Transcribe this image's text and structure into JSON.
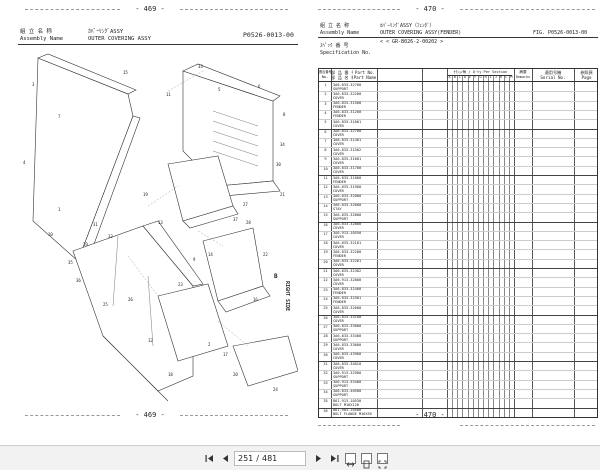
{
  "pages": {
    "left_top": "- 469 -",
    "left_bottom": "- 469 -",
    "right_top": "- 470 -",
    "right_bottom": "- 470 -"
  },
  "left_header": {
    "assembly_label_jp": "組 立 名 称",
    "assembly_name_label": "Assembly Name",
    "assembly_name_jp": "ｶﾊﾞｰﾘﾝｸﾞASSY",
    "assembly_name": "OUTER COVERING ASSY",
    "ref": "P0526-0013-00"
  },
  "right_header": {
    "assembly_label_jp": "組 立 名 称",
    "assembly_name_label": "Assembly Name",
    "assembly_name_jp": "ｶﾊﾞｰﾘﾝｸﾞASSY（ﾌｪﾝﾀﾞ）",
    "assembly_name": "OUTER COVERING ASSY(FENDER)",
    "fig_ref": "FIG. P0526-0013-00",
    "spec_label_jp": "ｽﾍﾟｯｸ 番 号",
    "spec_label": "Specification No.",
    "spec_value": "< < GR-B026-2-00202 >"
  },
  "table_headers": {
    "no_jp": "照合番号",
    "no": "No.",
    "part_no_jp": "部 品 番 号",
    "part_no_en": "Part No.",
    "part_name_jp": "部 品 名 称",
    "part_name_en": "Part Name",
    "qty_header": "ｾｸｼｮﾝ毎 / Q'ty Per Section",
    "qty_cols": [
      "A",
      "B",
      "C",
      "D",
      "E",
      "F",
      "G",
      "H",
      "I",
      "J",
      "K",
      "L",
      "M"
    ],
    "remarks_jp": "摘要",
    "remarks": "Remarks",
    "serial_jp": "適用号機",
    "serial": "Serial No.",
    "page_jp": "参照頁",
    "page": "Page"
  },
  "rows": [
    {
      "no": "1",
      "part": "3A6-833-32700",
      "name": "SUPPORT"
    },
    {
      "no": "2",
      "part": "3A6-833-32200",
      "name": "COVER"
    },
    {
      "no": "3",
      "part": "3A6-833-31500",
      "name": "FENDER"
    },
    {
      "no": "4",
      "part": "3A6-833-31200",
      "name": "FENDER"
    },
    {
      "no": "5",
      "part": "3A6-833-31001",
      "name": "COVER"
    },
    {
      "no": "6",
      "part": "3A6-833-32700",
      "name": "COVER"
    },
    {
      "no": "7",
      "part": "3A6-833-31401",
      "name": "COVER"
    },
    {
      "no": "8",
      "part": "3A6-833-31502",
      "name": "COVER"
    },
    {
      "no": "9",
      "part": "3A6-833-31601",
      "name": "COVER"
    },
    {
      "no": "10",
      "part": "3A6-833-31700",
      "name": "COVER"
    },
    {
      "no": "11",
      "part": "3A6-833-31800",
      "name": "FENDER"
    },
    {
      "no": "12",
      "part": "3A6-833-31900",
      "name": "COVER"
    },
    {
      "no": "13",
      "part": "3A6-833-32000",
      "name": "SUPPORT"
    },
    {
      "no": "14",
      "part": "3A6-833-32600",
      "name": "STAY"
    },
    {
      "no": "15",
      "part": "3A6-833-32800",
      "name": "SUPPORT"
    },
    {
      "no": "16",
      "part": "3A6-833-32800",
      "name": "COVER"
    },
    {
      "no": "17",
      "part": "3A6-913-10550",
      "name": "COVER"
    },
    {
      "no": "18",
      "part": "3A6-833-32101",
      "name": "COVER"
    },
    {
      "no": "19",
      "part": "3A6-833-32200",
      "name": "FENDER"
    },
    {
      "no": "20",
      "part": "3A6-833-32201",
      "name": "COVER"
    },
    {
      "no": "21",
      "part": "3A6-833-32302",
      "name": "COVER"
    },
    {
      "no": "22",
      "part": "3A6-913-32800",
      "name": "COVER"
    },
    {
      "no": "23",
      "part": "3A6-833-32400",
      "name": "FENDER"
    },
    {
      "no": "24",
      "part": "3A6-833-32501",
      "name": "FENDER"
    },
    {
      "no": "25",
      "part": "3A6-833-32600",
      "name": "COVER"
    },
    {
      "no": "26",
      "part": "3A6-833-33100",
      "name": "COVER"
    },
    {
      "no": "27",
      "part": "3A6-833-33000",
      "name": "SUPPORT"
    },
    {
      "no": "28",
      "part": "3A6-833-33400",
      "name": "SUPPORT"
    },
    {
      "no": "29",
      "part": "3A6-833-33600",
      "name": "COVER"
    },
    {
      "no": "30",
      "part": "3A6-833-43900",
      "name": "COVER"
    },
    {
      "no": "31",
      "part": "3A6-833-34010",
      "name": "COVER"
    },
    {
      "no": "32",
      "part": "3A6-913-32900",
      "name": "SUPPORT"
    },
    {
      "no": "33",
      "part": "3A6-913-33400",
      "name": "SUPPORT"
    },
    {
      "no": "34",
      "part": "3A6-833-40500",
      "name": "SUPPORT"
    },
    {
      "no": "35",
      "part": "861-913-10530",
      "name": "BOLT  M16X120"
    },
    {
      "no": "36",
      "part": "861-903-10500",
      "name": "BOLT FLANGE M16X55"
    }
  ],
  "callouts": [
    "1",
    "2",
    "3",
    "4",
    "5",
    "6",
    "7",
    "8",
    "9",
    "10",
    "11",
    "12",
    "13",
    "14",
    "15",
    "16",
    "17",
    "18",
    "19",
    "20",
    "21",
    "22",
    "23",
    "24",
    "25",
    "26",
    "27",
    "28",
    "29",
    "30",
    "31",
    "32",
    "33",
    "34",
    "35",
    "36",
    "37"
  ],
  "direction_label": "RIGHT SIDE",
  "direction_mark": "B",
  "toolbar": {
    "current_page": "251",
    "total_pages": "481",
    "sep": "/"
  }
}
